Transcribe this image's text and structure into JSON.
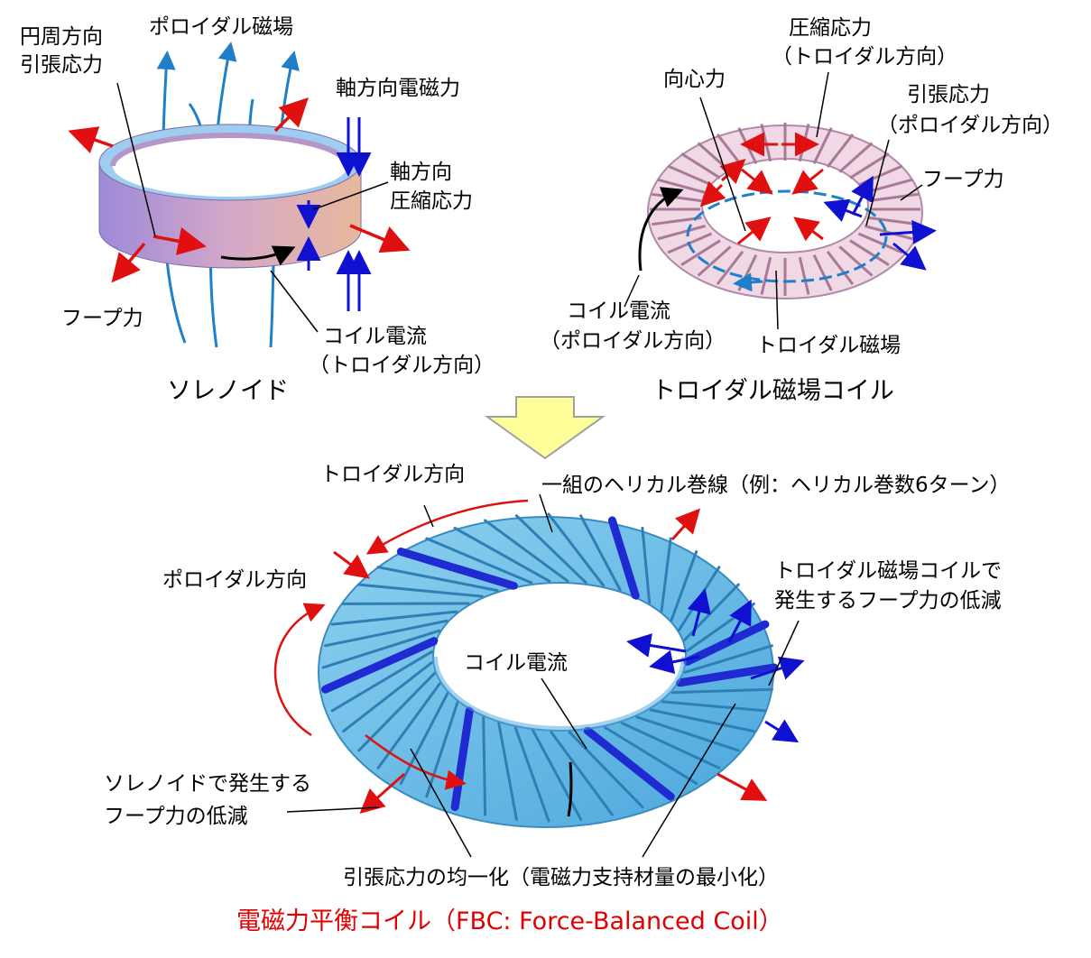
{
  "solenoid": {
    "caption": "ソレノイド",
    "poloidal_field": "ポロイダル磁場",
    "circ_tension": [
      "円周方向",
      "引張応力"
    ],
    "axial_em_force": "軸方向電磁力",
    "axial_compression": [
      "軸方向",
      "圧縮応力"
    ],
    "hoop_force": "フープ力",
    "coil_current": [
      "コイル電流",
      "（トロイダル方向）"
    ]
  },
  "tf_coil": {
    "caption": "トロイダル磁場コイル",
    "compressive_stress": [
      "圧縮応力",
      "（トロイダル方向）"
    ],
    "centripetal_force": "向心力",
    "tensile_stress": [
      "引張応力",
      "（ポロイダル方向）"
    ],
    "hoop_force": "フープ力",
    "coil_current": [
      "コイル電流",
      "（ポロイダル方向）"
    ],
    "toroidal_field": "トロイダル磁場"
  },
  "fbc": {
    "toroidal_direction": "トロイダル方向",
    "helical_winding": "一組のヘリカル巻線（例：ヘリカル巻数6ターン）",
    "poloidal_direction": "ポロイダル方向",
    "hoop_reduction_tf": [
      "トロイダル磁場コイルで",
      "発生するフープ力の低減"
    ],
    "coil_current": "コイル電流",
    "hoop_reduction_sol": [
      "ソレノイドで発生する",
      "フープ力の低減"
    ],
    "stress_uniform": "引張応力の均一化（電磁力支持材量の最小化）",
    "caption": "電磁力平衡コイル（FBC: Force-Balanced Coil）"
  },
  "colors": {
    "force_arrow": "#e01010",
    "field_line": "#1f7fc8",
    "current_vector": "#1010d0",
    "coil_light": "#7dc8ec",
    "coil_dark": "#1f2ad0",
    "solenoid_body": "#c4a4cc",
    "caption_red": "#e00000",
    "down_arrow_fill": "#ffff99"
  }
}
